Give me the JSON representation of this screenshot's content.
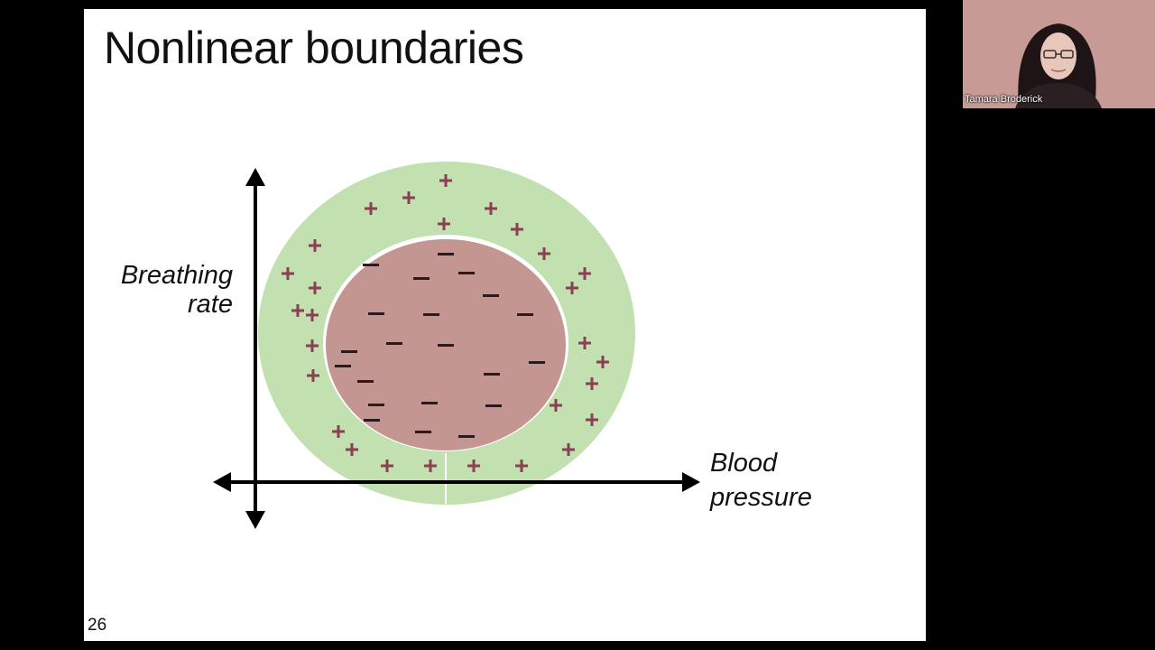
{
  "slide": {
    "title": "Nonlinear boundaries",
    "page_number": "26",
    "y_axis_label_line1": "Breathing",
    "y_axis_label_line2": "rate",
    "x_axis_label_line1": "Blood",
    "x_axis_label_line2": "pressure",
    "positive_marker": "+",
    "negative_marker": "–",
    "colors": {
      "outer_region": "#c2e0b0",
      "inner_region": "#c49692",
      "marker": "#8a3f52",
      "axis": "#000000"
    }
  },
  "video": {
    "participant_name": "Tamara Broderick",
    "background_color": "#c79a95"
  }
}
